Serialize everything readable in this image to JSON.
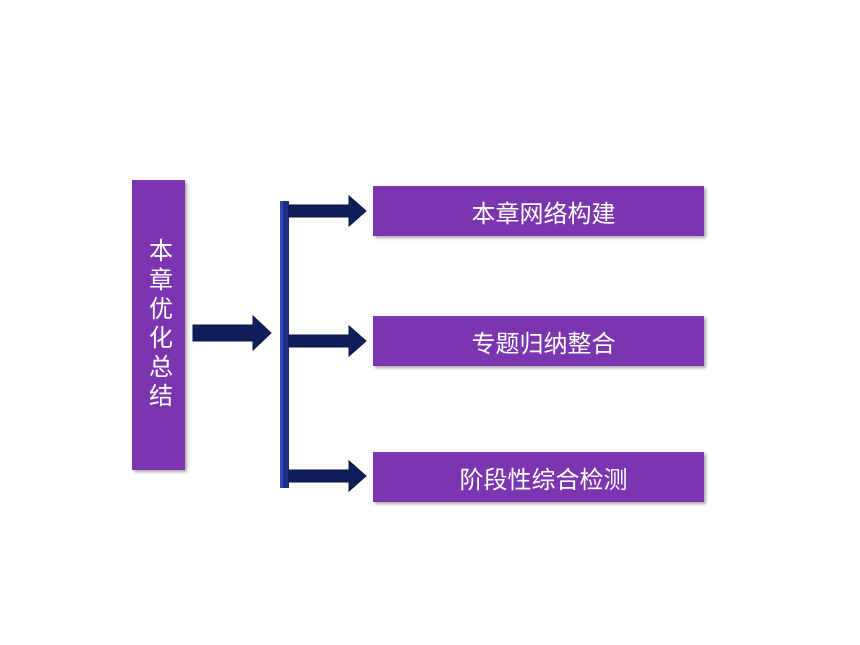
{
  "diagram": {
    "root": {
      "label": "本章优化总结"
    },
    "branches": [
      {
        "label": "本章网络构建"
      },
      {
        "label": "专题归纳整合"
      },
      {
        "label": "阶段性综合检测"
      }
    ]
  },
  "colors": {
    "box_fill": "#7b35b0",
    "connector": "#1e2d8a",
    "arrow": "#0f1f5c",
    "text": "#ffffff"
  }
}
